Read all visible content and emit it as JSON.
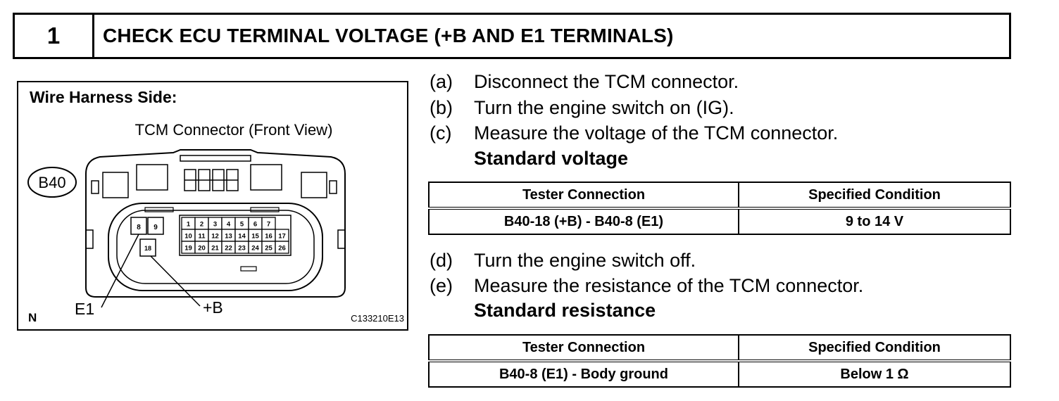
{
  "header": {
    "step_number": "1",
    "title": "CHECK ECU TERMINAL VOLTAGE (+B AND E1 TERMINALS)"
  },
  "figure": {
    "side_label": "Wire Harness Side:",
    "connector_title": "TCM Connector (Front View)",
    "connector_id": "B40",
    "terminals_row1": [
      "1",
      "2",
      "3",
      "4",
      "5",
      "6",
      "7"
    ],
    "terminals_row2": [
      "10",
      "11",
      "12",
      "13",
      "14",
      "15",
      "16",
      "17"
    ],
    "terminals_row3": [
      "19",
      "20",
      "21",
      "22",
      "23",
      "24",
      "25",
      "26"
    ],
    "terminals_left": [
      "8",
      "9",
      "18"
    ],
    "label_e1": "E1",
    "label_b": "+B",
    "corner_label": "N",
    "figure_code": "C133210E13"
  },
  "steps": [
    {
      "label": "(a)",
      "text": "Disconnect the TCM connector."
    },
    {
      "label": "(b)",
      "text": "Turn the engine switch on (IG)."
    },
    {
      "label": "(c)",
      "text": "Measure the voltage of the TCM connector."
    },
    {
      "label": "(d)",
      "text": "Turn the engine switch off."
    },
    {
      "label": "(e)",
      "text": "Measure the resistance of the TCM connector."
    }
  ],
  "standard_voltage": {
    "title": "Standard voltage",
    "headers": [
      "Tester Connection",
      "Specified Condition"
    ],
    "rows": [
      [
        "B40-18 (+B) - B40-8 (E1)",
        "9 to 14 V"
      ]
    ]
  },
  "standard_resistance": {
    "title": "Standard resistance",
    "headers": [
      "Tester Connection",
      "Specified Condition"
    ],
    "rows": [
      [
        "B40-8 (E1) - Body ground",
        "Below 1 Ω"
      ]
    ]
  }
}
